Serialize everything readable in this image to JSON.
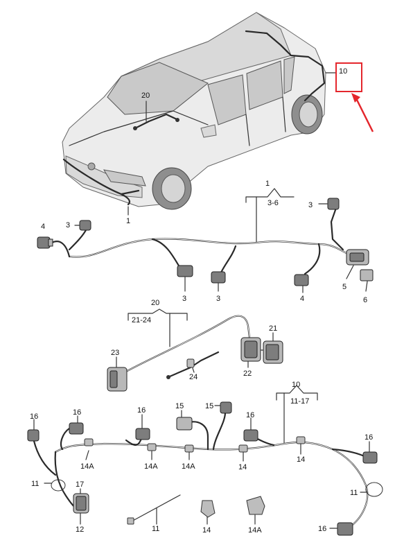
{
  "labels": {
    "car_harness_front": "1",
    "car_harness_rear": "10",
    "car_interior": "20",
    "g1_title": "1",
    "g1_range": "3-6",
    "g1_conn_3_top": "3",
    "g1_conn_4_left": "4",
    "g1_conn_3_left": "3",
    "g1_conn_3_mid_a": "3",
    "g1_conn_3_mid_b": "3",
    "g1_conn_4_right": "4",
    "g1_conn_5": "5",
    "g1_conn_6": "6",
    "g2_title": "20",
    "g2_range": "21-24",
    "g2_21": "21",
    "g2_22": "22",
    "g2_23": "23",
    "g2_24": "24",
    "g3_title": "10",
    "g3_range": "11-17",
    "g3_16_far_left": "16",
    "g3_16_left": "16",
    "g3_16_mid": "16",
    "g3_15_a": "15",
    "g3_15_b": "15",
    "g3_16_center": "16",
    "g3_16_right": "16",
    "g3_16_bottom": "16",
    "g3_14A_a": "14A",
    "g3_14A_b": "14A",
    "g3_14A_c": "14A",
    "g3_14_a": "14",
    "g3_14_b": "14",
    "g3_11_left": "11",
    "g3_11_right": "11",
    "g3_17": "17",
    "g3_12": "12",
    "g3_11_tie": "11",
    "g3_14_clip": "14",
    "g3_14A_clip": "14A"
  },
  "colors": {
    "highlight": "#e4262c",
    "wire": "#2a2a2a"
  }
}
